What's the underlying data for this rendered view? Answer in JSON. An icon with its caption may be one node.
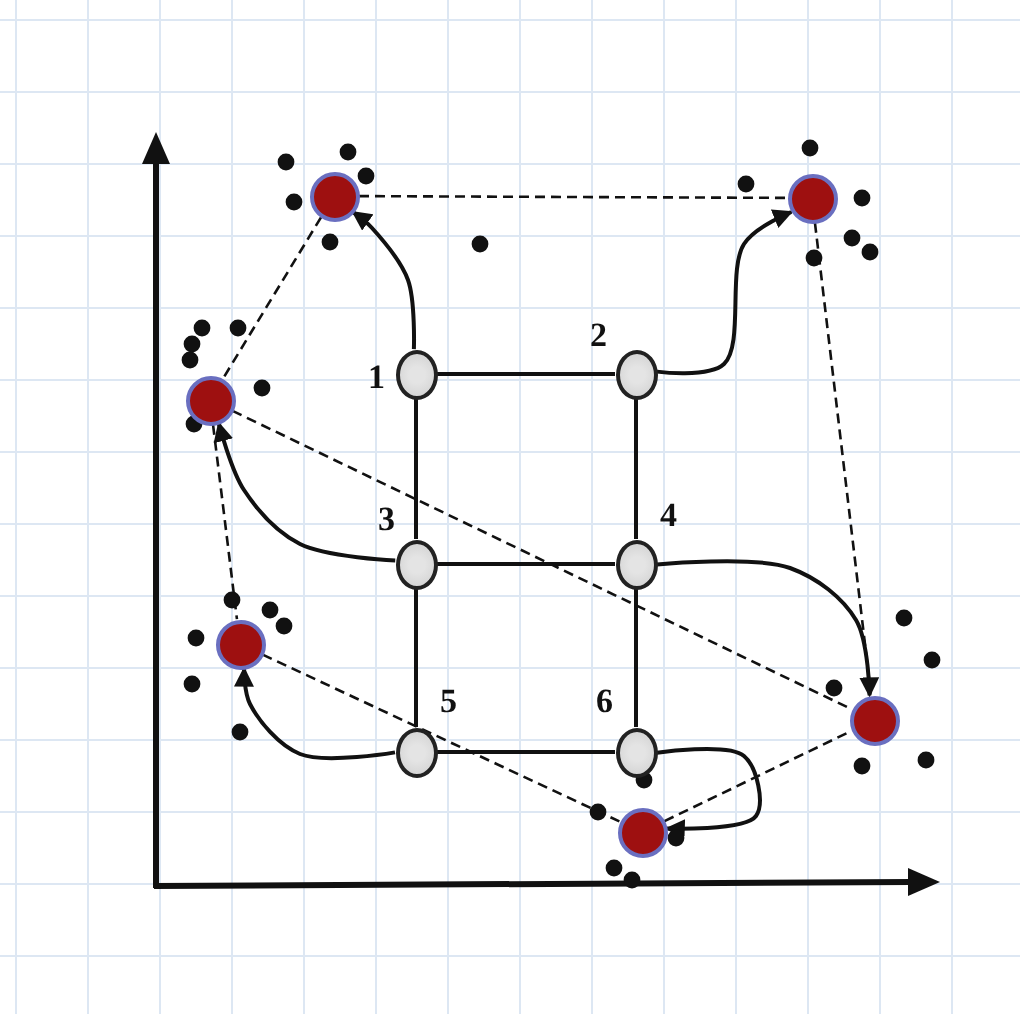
{
  "diagram": {
    "nodes": [
      {
        "text": [
          "1"
        ]
      },
      {
        "text": [
          "2"
        ]
      },
      {
        "text": [
          "3"
        ]
      },
      {
        "text": [
          "4"
        ]
      },
      {
        "text": [
          "5"
        ]
      },
      {
        "text": [
          "6"
        ]
      },
      {
        "text": [],
        "shape": "circle"
      },
      {
        "text": [],
        "shape": "circle"
      },
      {
        "text": [],
        "shape": "circle"
      },
      {
        "text": [],
        "shape": "circle"
      },
      {
        "text": [],
        "shape": "circle"
      },
      {
        "text": [],
        "shape": "circle"
      }
    ],
    "edges": [
      {
        "from": 0,
        "to": 1,
        "arrow": "none"
      },
      {
        "from": 0,
        "to": 2,
        "arrow": "none"
      },
      {
        "from": 1,
        "to": 3,
        "arrow": "none"
      },
      {
        "from": 2,
        "to": 3,
        "arrow": "none"
      },
      {
        "from": 2,
        "to": 4,
        "arrow": "none"
      },
      {
        "from": 3,
        "to": 5,
        "arrow": "none"
      },
      {
        "from": 4,
        "to": 5,
        "arrow": "none"
      },
      {
        "from": 0,
        "to": 8,
        "arrow": "to"
      },
      {
        "from": 1,
        "to": 10,
        "arrow": "to"
      },
      {
        "from": 2,
        "to": 6,
        "arrow": "to"
      },
      {
        "from": 3,
        "to": 11,
        "arrow": "to"
      },
      {
        "from": 4,
        "to": 7,
        "arrow": "to"
      },
      {
        "from": 5,
        "to": 9,
        "arrow": "to"
      },
      {
        "from": 8,
        "to": 10,
        "arrow": "none",
        "style": "dashed"
      },
      {
        "from": 8,
        "to": 6,
        "arrow": "none",
        "style": "dashed"
      },
      {
        "from": 6,
        "to": 7,
        "arrow": "none",
        "style": "dashed"
      },
      {
        "from": 6,
        "to": 11,
        "arrow": "none",
        "style": "dashed"
      },
      {
        "from": 10,
        "to": 11,
        "arrow": "none",
        "style": "dashed"
      },
      {
        "from": 7,
        "to": 9,
        "arrow": "none",
        "style": "dashed"
      },
      {
        "from": 9,
        "to": 11,
        "arrow": "none",
        "style": "dashed"
      }
    ]
  }
}
